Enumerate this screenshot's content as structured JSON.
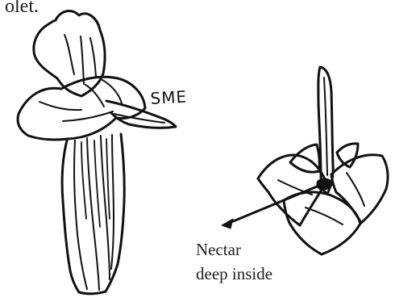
{
  "figure": {
    "header_fragment": "olet.",
    "sme_label": "SME",
    "nectar_label": {
      "line1": "Nectar",
      "line2": "deep inside"
    },
    "ink_color": "#111111",
    "background_color": "#ffffff"
  }
}
